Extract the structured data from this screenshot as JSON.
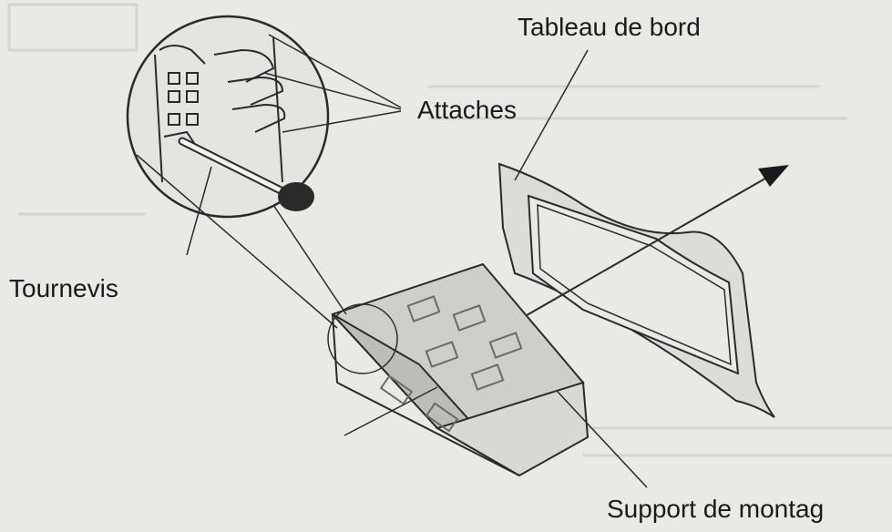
{
  "labels": {
    "dashboard": "Tableau de bord",
    "clips": "Attaches",
    "screwdriver": "Tournevis",
    "sleeve": "Support de montag"
  },
  "colors": {
    "background": "#e9e9e6",
    "line": "#2a2a2a",
    "text": "#1a1a1a",
    "fill_light": "#d8d8d4",
    "fill_mid": "#bdbdb8"
  }
}
